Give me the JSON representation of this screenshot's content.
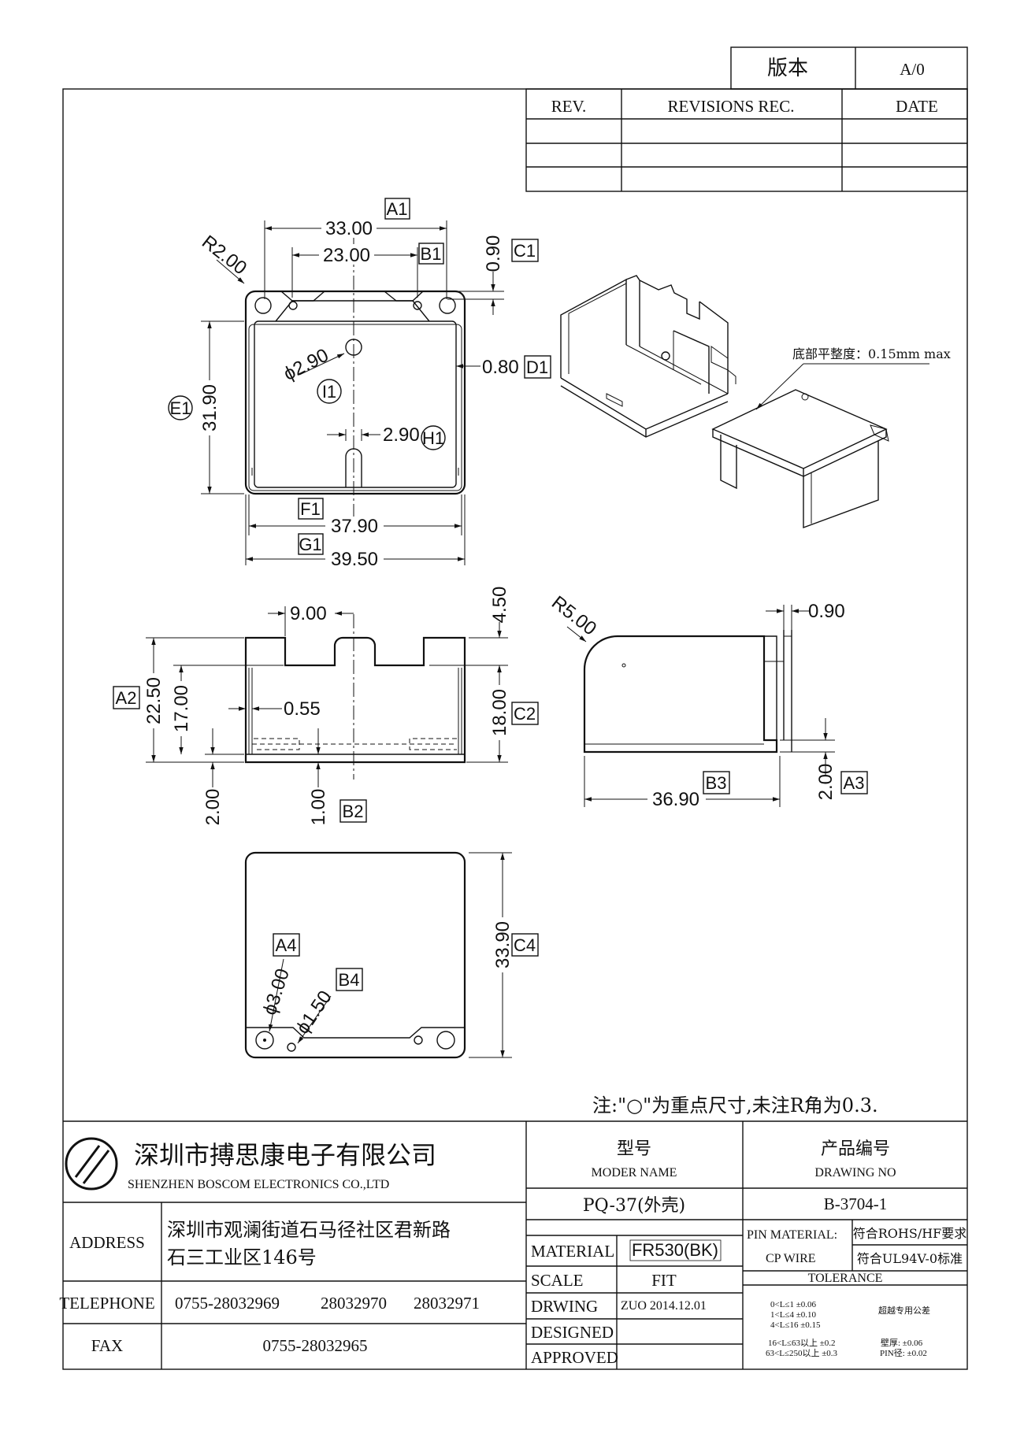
{
  "version_box": {
    "label": "版本",
    "value": "A/0"
  },
  "revisions": {
    "headers": [
      "REV.",
      "REVISIONS REC.",
      "DATE"
    ]
  },
  "dimensions": {
    "d33": "33.00",
    "d23": "23.00",
    "d090a": "0.90",
    "dR2": "R2.00",
    "d080": "0.80",
    "d3190": "31.90",
    "dphi290": "ϕ2.90",
    "d290": "2.90",
    "d3790": "37.90",
    "d3950": "39.50",
    "d900": "9.00",
    "d450": "4.50",
    "d2250": "22.50",
    "d1700": "17.00",
    "d055": "0.55",
    "d1800": "18.00",
    "d200a": "2.00",
    "d100": "1.00",
    "dR5": "R5.00",
    "d090b": "0.90",
    "d3690": "36.90",
    "d200b": "2.00",
    "d3390": "33.90",
    "dphi300": "ϕ3.00",
    "dphi150": "ϕ1.50"
  },
  "callouts": {
    "A1": "A1",
    "B1": "B1",
    "C1": "C1",
    "D1": "D1",
    "E1": "E1",
    "F1": "F1",
    "G1": "G1",
    "H1": "H1",
    "I1": "I1",
    "A2": "A2",
    "B2": "B2",
    "C2": "C2",
    "A3": "A3",
    "B3": "B3",
    "A4": "A4",
    "B4": "B4",
    "C4": "C4"
  },
  "flatness_note": "底部平整度：0.15mm max",
  "note": "注:\"○\"为重点尺寸,未注R角为0.3.",
  "company": {
    "name_cn": "深圳市搏思康电子有限公司",
    "name_en": "SHENZHEN BOSCOM ELECTRONICS CO.,LTD"
  },
  "address": {
    "label": "ADDRESS",
    "line1": "深圳市观澜街道石马径社区君新路",
    "line2": "石三工业区146号"
  },
  "telephone": {
    "label": "TELEPHONE",
    "n1": "0755-28032969",
    "n2": "28032970",
    "n3": "28032971"
  },
  "fax": {
    "label": "FAX",
    "value": "0755-28032965"
  },
  "model": {
    "label_cn": "型号",
    "label_en": "MODER NAME",
    "value": "PQ-37(外壳)"
  },
  "drawing_no": {
    "label_cn": "产品编号",
    "label_en": "DRAWING NO",
    "value": "B-3704-1"
  },
  "material": {
    "label": "MATERIAL",
    "value": "FR530(BK)"
  },
  "scale": {
    "label": "SCALE",
    "value": "FIT"
  },
  "drwing": {
    "label": "DRWING",
    "value": "ZUO 2014.12.01"
  },
  "designed": {
    "label": "DESIGNED"
  },
  "approved": {
    "label": "APPROVED"
  },
  "pin": {
    "material_label": "PIN MATERIAL:",
    "material_value": "符合ROHS/HF要求",
    "wire_label": "CP WIRE",
    "wire_value": "符合UL94V-0标准"
  },
  "tolerance": {
    "title": "TOLERANCE",
    "rows": [
      "0<L≤1    ±0.06",
      "1<L≤4    ±0.10",
      "4<L≤16    ±0.15",
      "16<L≤63以上  ±0.2",
      "63<L≤250以上  ±0.3"
    ],
    "special": "超越专用公差",
    "wall": "壁厚: ±0.06",
    "pin": "PIN径: ±0.02"
  }
}
